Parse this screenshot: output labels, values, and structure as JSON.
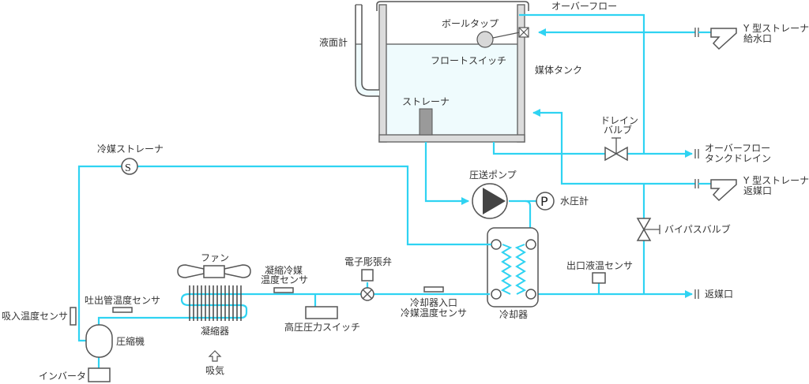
{
  "diagram": {
    "title": "",
    "colors": {
      "pipe": "#2fd3f2",
      "outline": "#555555",
      "tank_wall": "#dcdcdc",
      "water": "#effbfd",
      "strainer_block": "#9a9a9a",
      "pump_triangle": "#444444"
    },
    "labels": {
      "level_gauge": "液面計",
      "ball_tap": "ボールタップ",
      "float_switch": "フロートスイッチ",
      "tank": "媒体タンク",
      "tank_strainer": "ストレーナ",
      "overflow": "オーバーフロー",
      "supply_strainer_line1": "Y 型ストレーナ",
      "supply_strainer_line2": "給水口",
      "drain_valve_line1": "ドレイン",
      "drain_valve_line2": "バルブ",
      "overflow_drain_line1": "オーバーフロー",
      "overflow_drain_line2": "タンクドレイン",
      "return_strainer_line1": "Y 型ストレーナ",
      "return_strainer_line2": "返媒口",
      "pressure_pump": "圧送ポンプ",
      "pressure_gauge_symbol": "P",
      "pressure_gauge": "水圧計",
      "bypass_valve": "バイパスバルブ",
      "refrigerant_strainer": "冷媒ストレーナ",
      "refrigerant_strainer_symbol": "S",
      "outlet_temp_sensor": "出口液温センサ",
      "return_port": "返媒口",
      "cooler": "冷却器",
      "cooler_inlet_sensor_line1": "冷却器入口",
      "cooler_inlet_sensor_line2": "冷媒温度センサ",
      "expansion_valve": "電子彫張弁",
      "condense_sensor_line1": "凝縮冷媒",
      "condense_sensor_line2": "温度センサ",
      "high_pressure_switch": "高圧圧力スイッチ",
      "fan": "ファン",
      "condenser": "凝縮器",
      "intake": "吸気",
      "discharge_sensor": "吐出管温度センサ",
      "suction_sensor": "吸入温度センサ",
      "compressor": "圧縮機",
      "inverter": "インバータ"
    }
  }
}
